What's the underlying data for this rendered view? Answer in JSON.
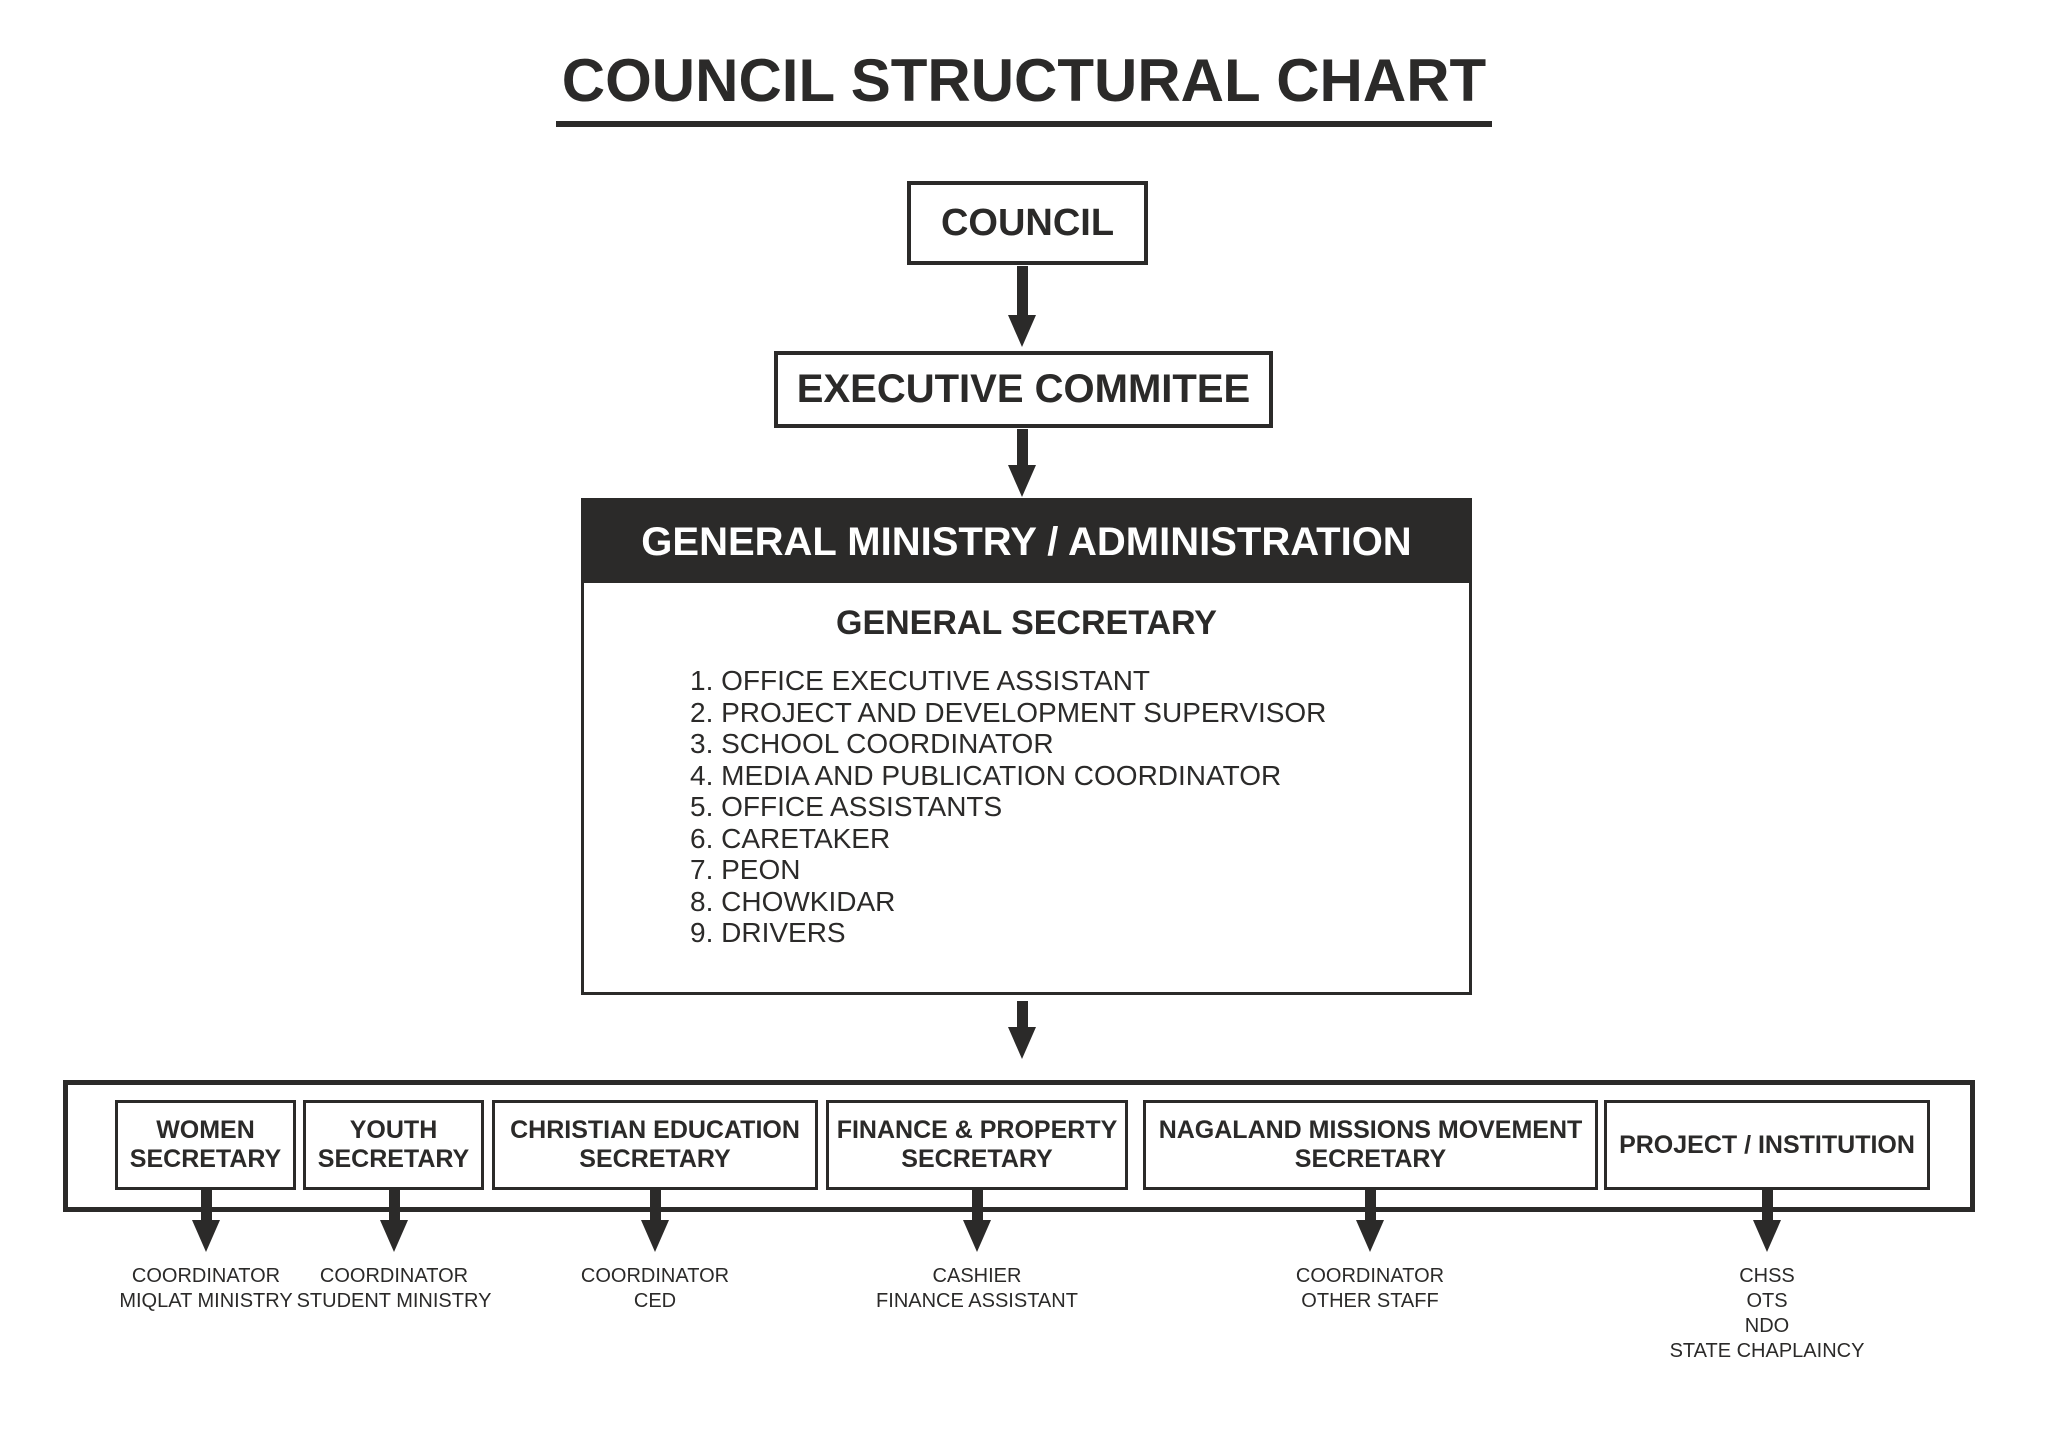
{
  "title": "COUNCIL STRUCTURAL CHART",
  "colors": {
    "ink": "#2b2a29",
    "header_bg": "#2b2a29",
    "header_text": "#ffffff",
    "background": "#ffffff"
  },
  "nodes": {
    "council": "COUNCIL",
    "executive_committee": "EXECUTIVE COMMITEE"
  },
  "general_ministry": {
    "header": "GENERAL MINISTRY / ADMINISTRATION",
    "subheader": "GENERAL SECRETARY",
    "staff_list": [
      "1. OFFICE EXECUTIVE ASSISTANT",
      "2. PROJECT AND DEVELOPMENT SUPERVISOR",
      "3. SCHOOL COORDINATOR",
      "4. MEDIA AND PUBLICATION COORDINATOR",
      "5. OFFICE ASSISTANTS",
      "6. CARETAKER",
      "7. PEON",
      "8. CHOWKIDAR",
      "9. DRIVERS"
    ]
  },
  "departments": [
    {
      "name": [
        "WOMEN",
        "SECRETARY"
      ],
      "subordinates": [
        "COORDINATOR",
        "MIQLAT MINISTRY"
      ]
    },
    {
      "name": [
        "YOUTH",
        "SECRETARY"
      ],
      "subordinates": [
        "COORDINATOR",
        "STUDENT MINISTRY"
      ]
    },
    {
      "name": [
        "CHRISTIAN EDUCATION",
        "SECRETARY"
      ],
      "subordinates": [
        "COORDINATOR",
        "CED"
      ]
    },
    {
      "name": [
        "FINANCE & PROPERTY",
        "SECRETARY"
      ],
      "subordinates": [
        "CASHIER",
        "FINANCE ASSISTANT"
      ]
    },
    {
      "name": [
        "NAGALAND MISSIONS MOVEMENT",
        "SECRETARY"
      ],
      "subordinates": [
        "COORDINATOR",
        "OTHER STAFF"
      ]
    },
    {
      "name": [
        "PROJECT / INSTITUTION"
      ],
      "subordinates": [
        "CHSS",
        "OTS",
        "NDO",
        "STATE CHAPLAINCY"
      ]
    }
  ]
}
